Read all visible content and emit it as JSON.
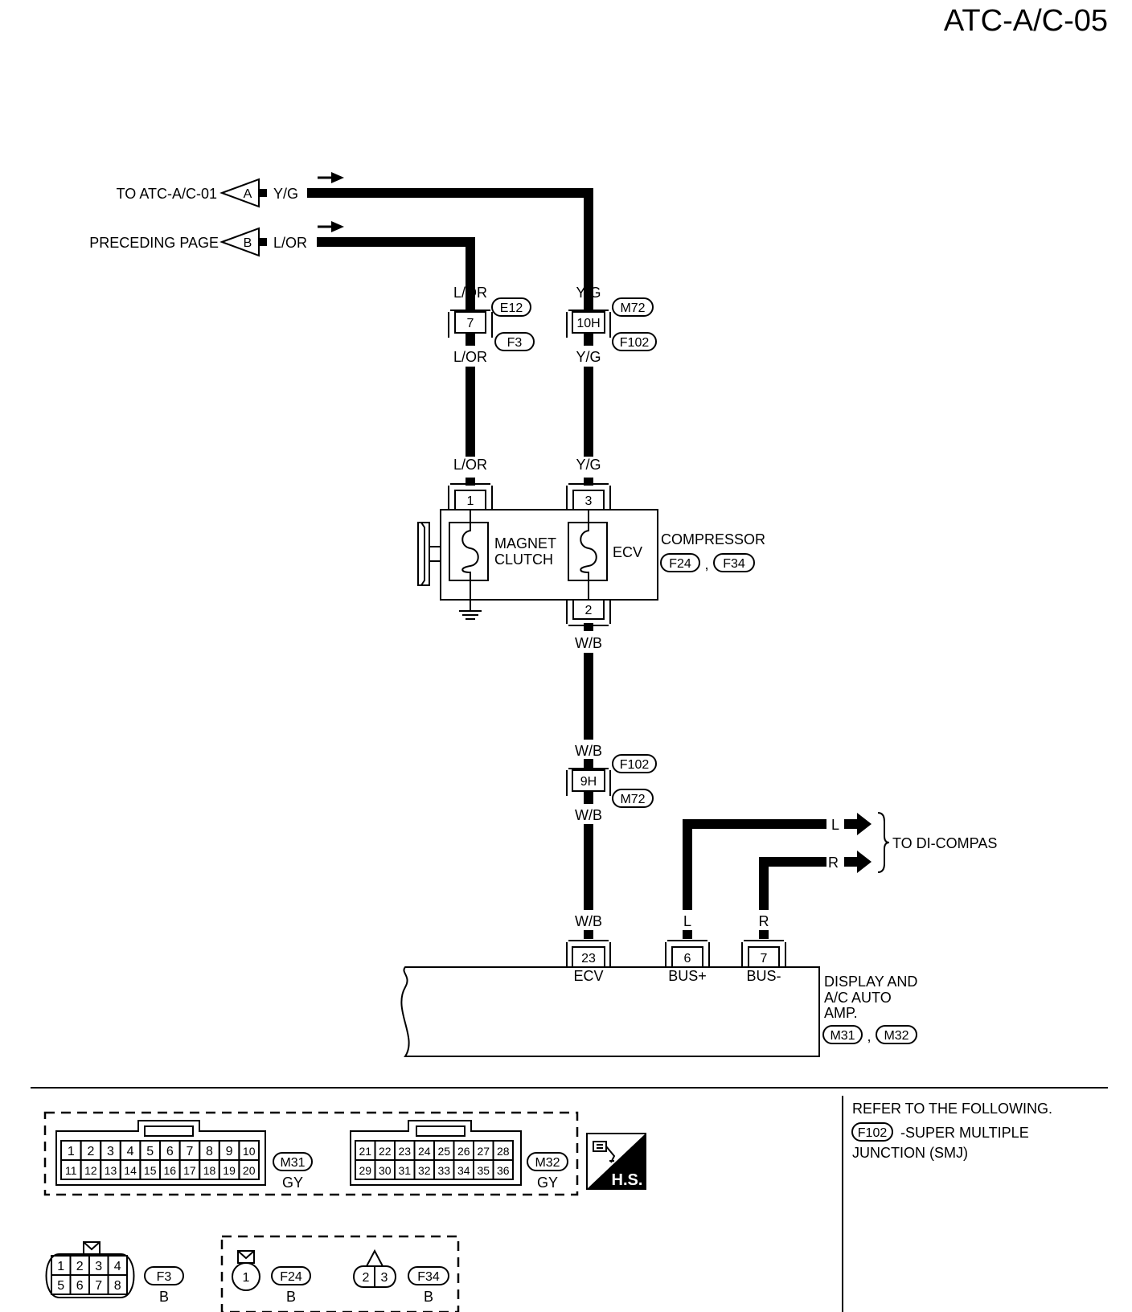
{
  "page": {
    "title": "ATC-A/C-05"
  },
  "offpage": {
    "a": {
      "text": "TO ATC-A/C-01",
      "letter": "A",
      "color": "Y/G"
    },
    "b": {
      "text": "PRECEDING PAGE",
      "letter": "B",
      "color": "L/OR"
    }
  },
  "wires": {
    "lor": "L/OR",
    "yg": "Y/G",
    "wb": "W/B",
    "l": "L",
    "r": "R"
  },
  "junctions": {
    "j1": {
      "pin": "7",
      "top_code": "E12",
      "bottom_code": "F3"
    },
    "j2": {
      "pin": "10H",
      "top_code": "M72",
      "bottom_code": "F102"
    },
    "j3": {
      "pin": "9H",
      "top_code": "F102",
      "bottom_code": "M72"
    }
  },
  "compressor": {
    "name": "COMPRESSOR",
    "codes": [
      "F24",
      "F34"
    ],
    "separator": ",",
    "pins": [
      "1",
      "3",
      "2"
    ],
    "coil1_line1": "MAGNET",
    "coil1_line2": "CLUTCH",
    "coil2": "ECV"
  },
  "amp": {
    "name_line1": "DISPLAY AND",
    "name_line2": "A/C AUTO",
    "name_line3": "AMP.",
    "codes": [
      "M31",
      "M32"
    ],
    "separator": ",",
    "pins": [
      {
        "num": "23",
        "label": "ECV"
      },
      {
        "num": "6",
        "label": "BUS+"
      },
      {
        "num": "7",
        "label": "BUS-"
      }
    ]
  },
  "dicompas": {
    "label": "TO DI-COMPAS"
  },
  "refer": {
    "heading": "REFER TO THE FOLLOWING.",
    "code": "F102",
    "desc_line1": "-SUPER MULTIPLE",
    "desc_line2": "JUNCTION (SMJ)"
  },
  "connectors": {
    "m31": {
      "code": "M31",
      "color": "GY",
      "row1": [
        "1",
        "2",
        "3",
        "4",
        "5",
        "6",
        "7",
        "8",
        "9",
        "10"
      ],
      "row2": [
        "11",
        "12",
        "13",
        "14",
        "15",
        "16",
        "17",
        "18",
        "19",
        "20"
      ]
    },
    "m32": {
      "code": "M32",
      "color": "GY",
      "row1": [
        "21",
        "22",
        "23",
        "24",
        "25",
        "26",
        "27",
        "28"
      ],
      "row2": [
        "29",
        "30",
        "31",
        "32",
        "33",
        "34",
        "35",
        "36"
      ]
    },
    "f3": {
      "code": "F3",
      "color": "B",
      "row1": [
        "1",
        "2",
        "3",
        "4"
      ],
      "row2": [
        "5",
        "6",
        "7",
        "8"
      ]
    },
    "f24": {
      "code": "F24",
      "color": "B",
      "pins": [
        "1"
      ]
    },
    "f34": {
      "code": "F34",
      "color": "B",
      "pins": [
        "2",
        "3"
      ]
    }
  },
  "hs_badge": {
    "text": "H.S."
  }
}
